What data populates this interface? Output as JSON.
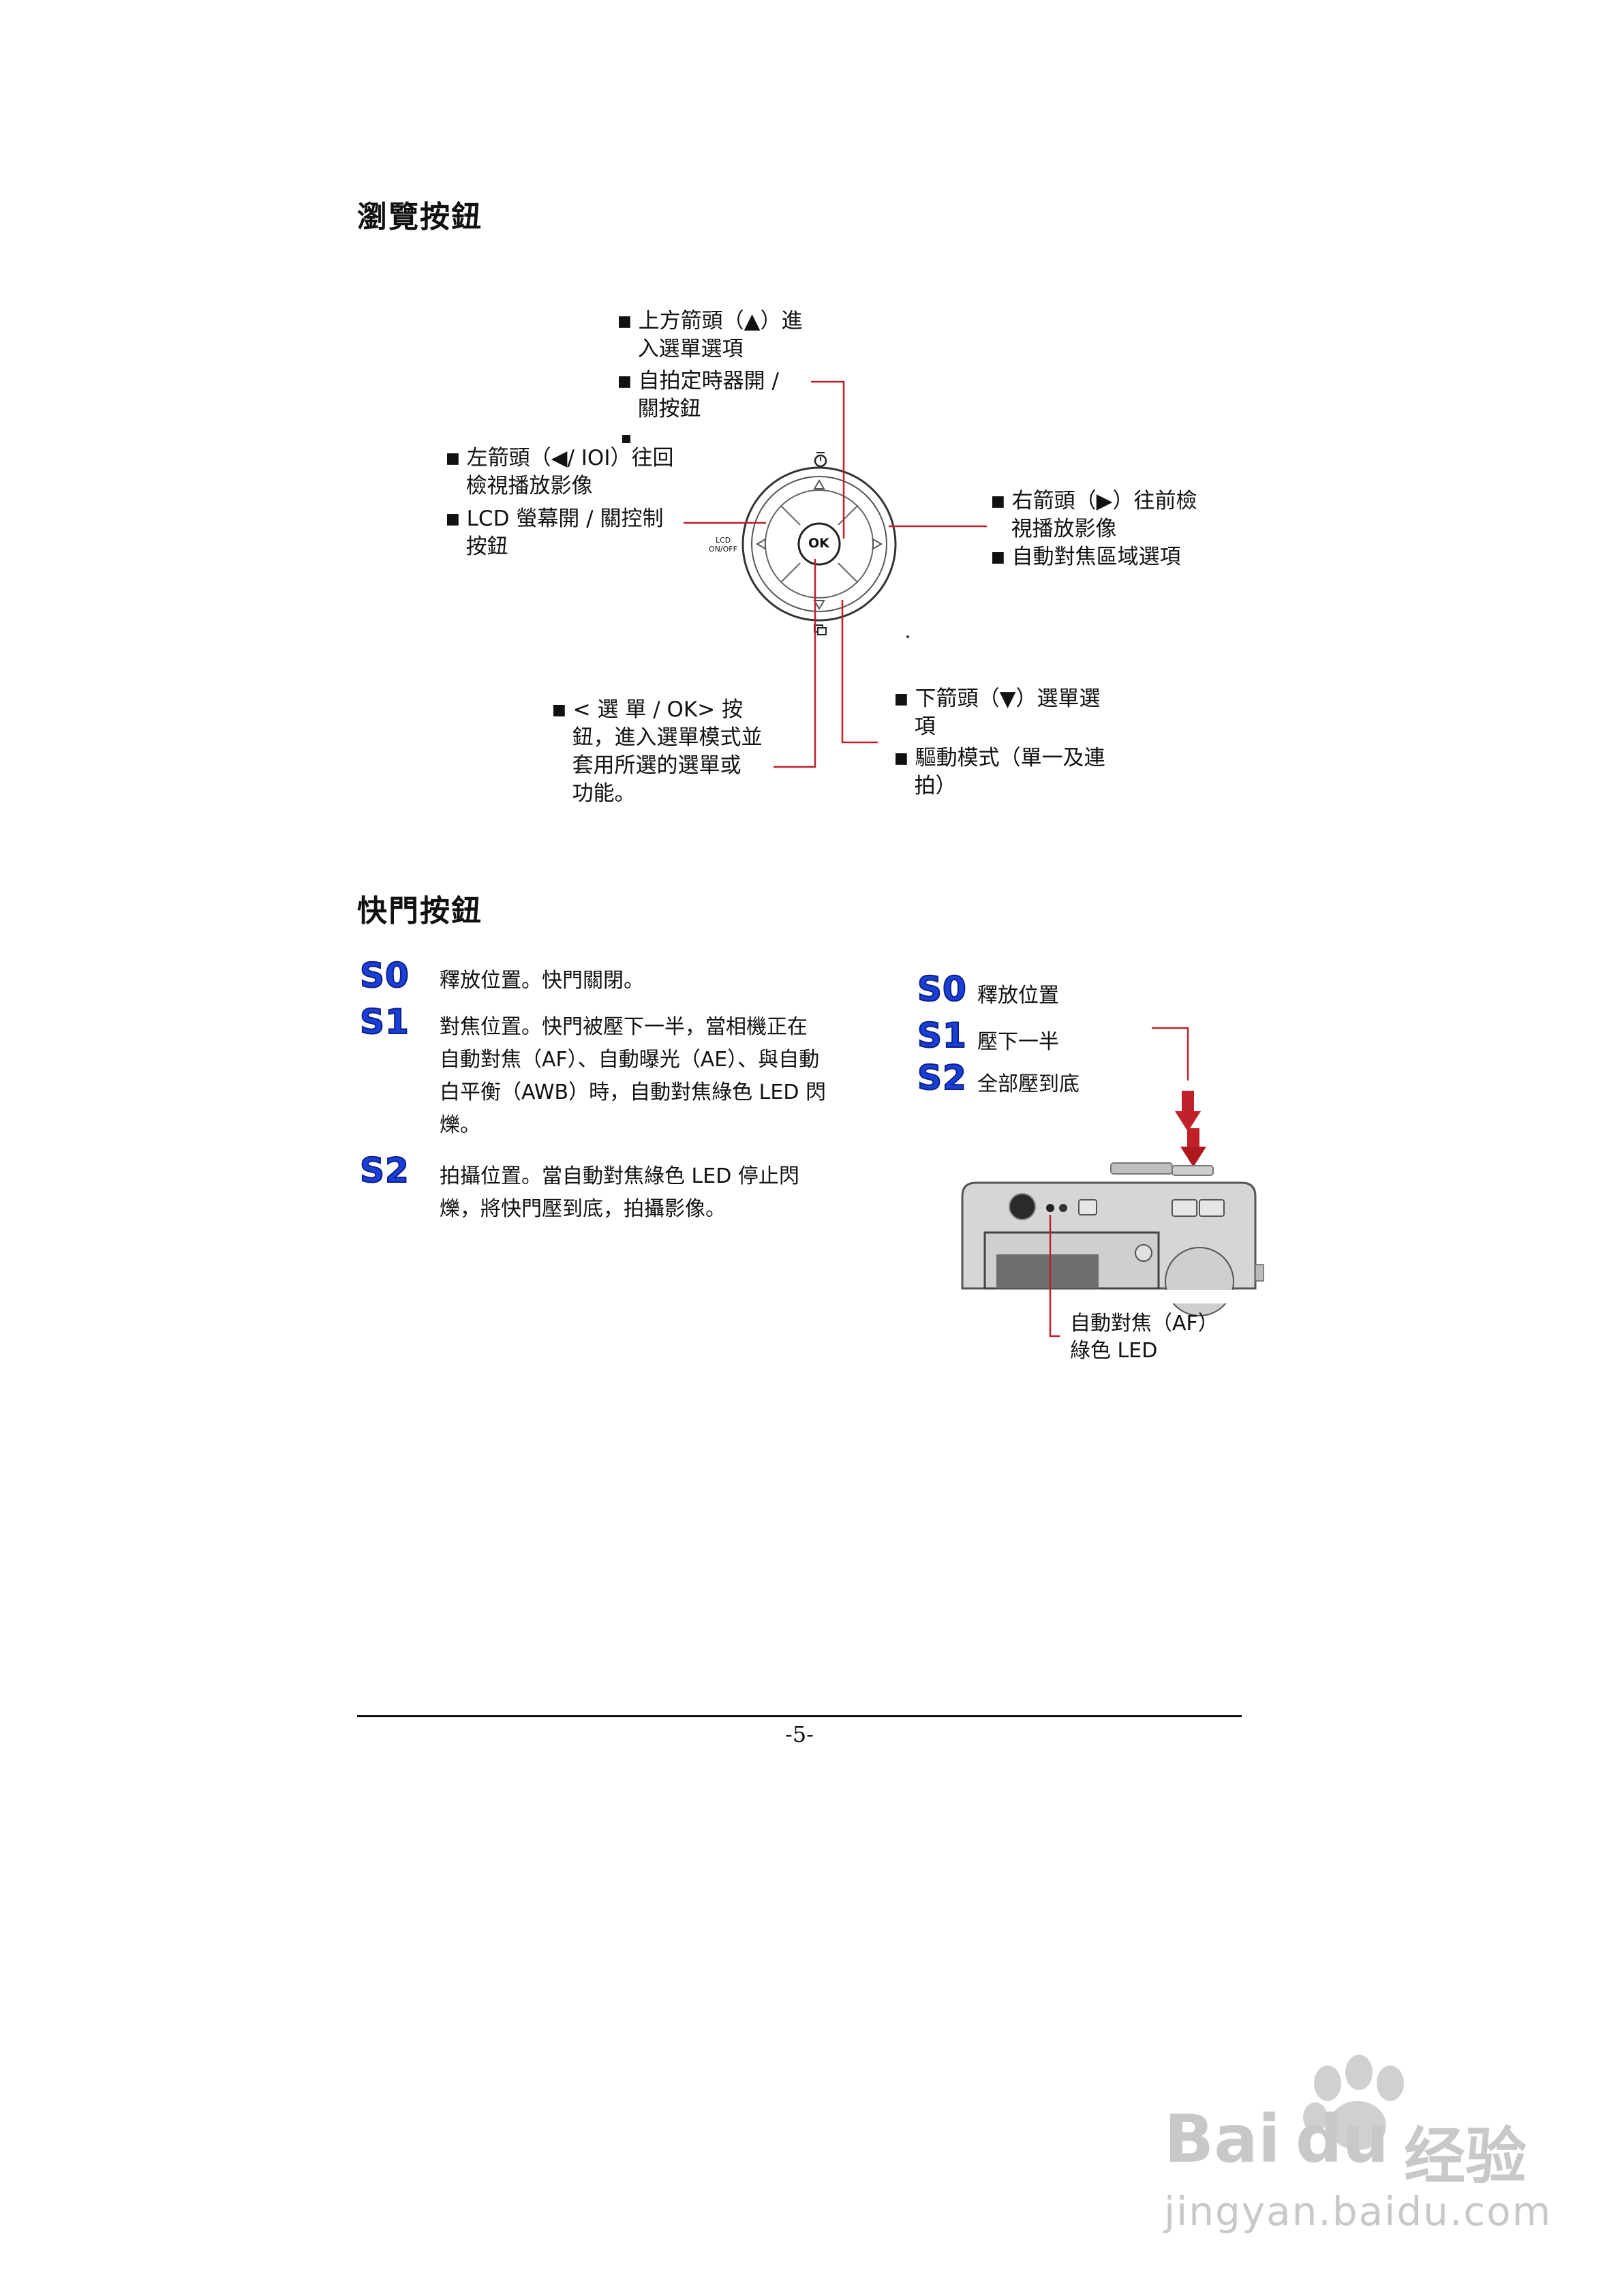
{
  "page": {
    "browse_heading": "瀏覽按鈕",
    "shutter_heading": "快門按鈕",
    "page_number": "-5-"
  },
  "dpad": {
    "ok_label": "OK",
    "lcd_label_top": "LCD",
    "lcd_label_bottom": "ON/OFF",
    "callouts": {
      "up_1": "上方箭頭（▲）進",
      "up_2": "入選單選項",
      "timer_1": "自拍定時器開 /",
      "timer_2": "關按鈕",
      "left_1": "左箭頭（◀/  IOI）往回",
      "left_2": "檢視播放影像",
      "lcd_1": "LCD  螢幕開 / 關控制",
      "lcd_2": "按鈕",
      "right_1": "右箭頭（▶）往前檢",
      "right_2": "視播放影像",
      "right_3": "自動對焦區域選項",
      "menu_1": "< 選 單 / OK> 按",
      "menu_2": "鈕，進入選單模式並",
      "menu_3": "套用所選的選單或",
      "menu_4": "功能。",
      "down_1": "下箭頭（▼）選單選",
      "down_2": "項",
      "drive_1": "驅動模式（單一及連",
      "drive_2": "拍）"
    }
  },
  "shutter": {
    "s0_key": "S0",
    "s0_text": "釋放位置。快門關閉。",
    "s1_key": "S1",
    "s1_lines": [
      "對焦位置。快門被壓下一半，當相機正在",
      "自動對焦（AF）、自動曝光（AE）、與自動",
      "白平衡（AWB）時，自動對焦綠色 LED 閃",
      "爍。"
    ],
    "s2_key": "S2",
    "s2_lines": [
      "拍攝位置。當自動對焦綠色 LED 停止閃",
      "爍，將快門壓到底，拍攝影像。"
    ],
    "legend": {
      "s0_key": "S0",
      "s0_text": "釋放位置",
      "s1_key": "S1",
      "s1_text": "壓下一半",
      "s2_key": "S2",
      "s2_text": "全部壓到底"
    },
    "af_led_1": "自動對焦（AF）",
    "af_led_2": "綠色 LED"
  },
  "watermark": {
    "brand": "Bai",
    "brand2": "du",
    "product": "经验",
    "url": "jingyan.baidu.com"
  },
  "colors": {
    "callout_line": "#c0202a",
    "skey_fill": "#1a3fd6",
    "camera_body": "#d4d4d4"
  }
}
